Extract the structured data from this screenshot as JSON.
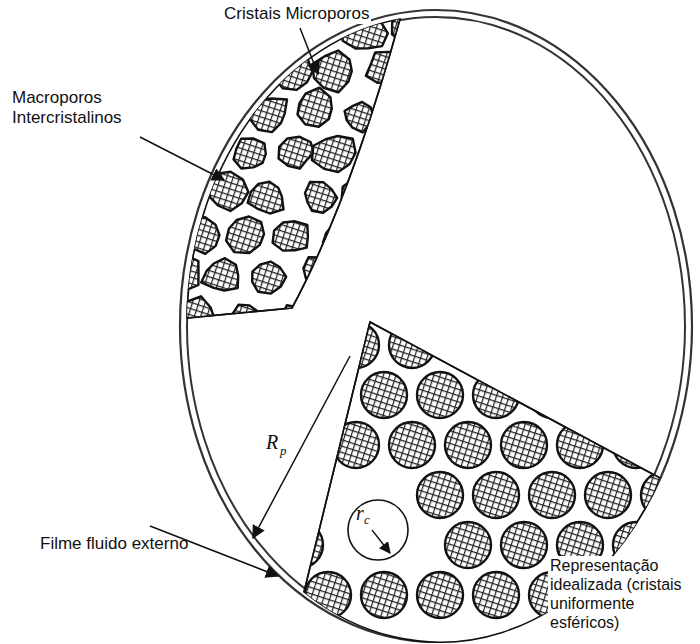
{
  "diagram": {
    "labels": [
      "Cristais Microporos",
      "Macroporos Intercristalinos",
      "Filme fluido externo",
      "Representação idealizada (cristais uniformente esféricos)",
      "R",
      "p",
      "r",
      "c"
    ]
  }
}
